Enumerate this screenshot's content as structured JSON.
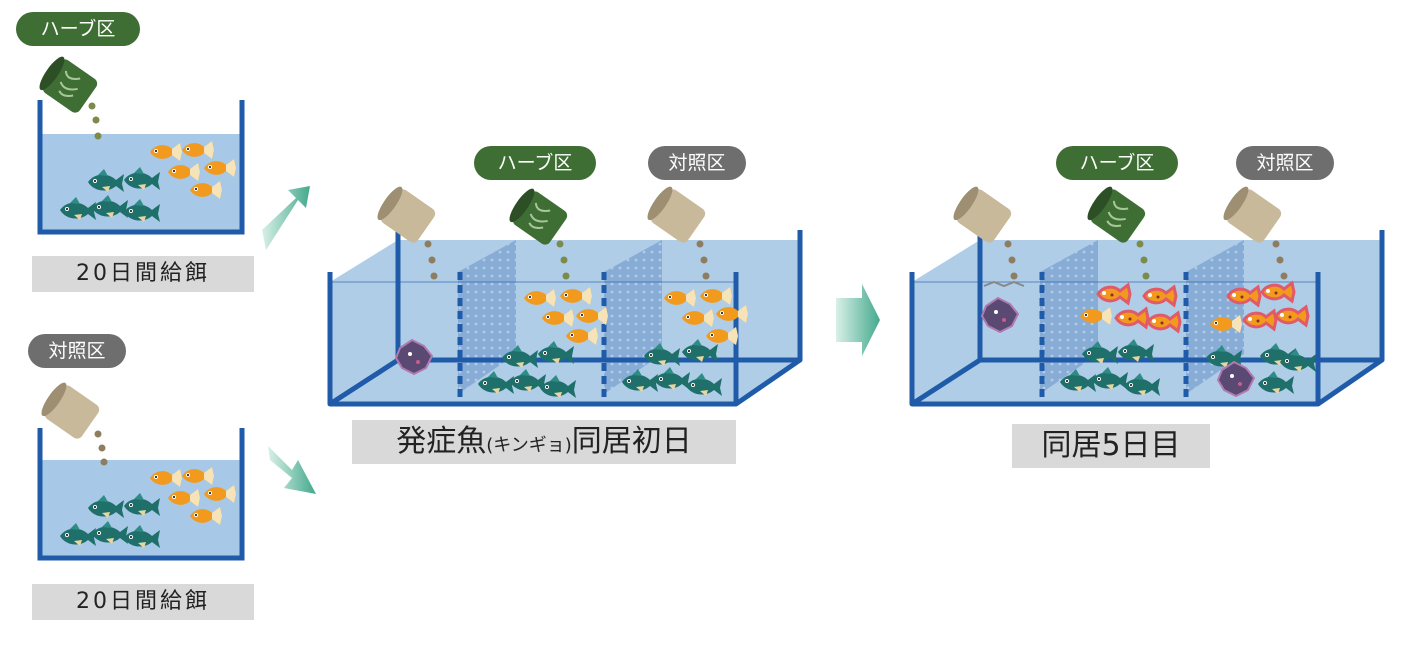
{
  "labels": {
    "herb": "ハーブ区",
    "control": "対照区",
    "herb_mid": "ハーブ区",
    "control_mid": "対照区",
    "herb_right": "ハーブ区",
    "control_right": "対照区"
  },
  "captions": {
    "feed_herb": "20日間給餌",
    "feed_control": "20日間給餌",
    "day1_main": "発症魚",
    "day1_paren": "(キンギョ)",
    "day1_end": "同居初日",
    "day5": "同居5日目"
  },
  "colors": {
    "water": "#a7c8e6",
    "tank_frame": "#1f5ba8",
    "herb_bag": "#3f6e34",
    "control_bag": "#c8b99a",
    "healthy_teal_fish": "#1f6f6a",
    "goldfish": "#f19a1d",
    "sick_fish": "#5a4a73",
    "arrow": "#4caf93"
  }
}
